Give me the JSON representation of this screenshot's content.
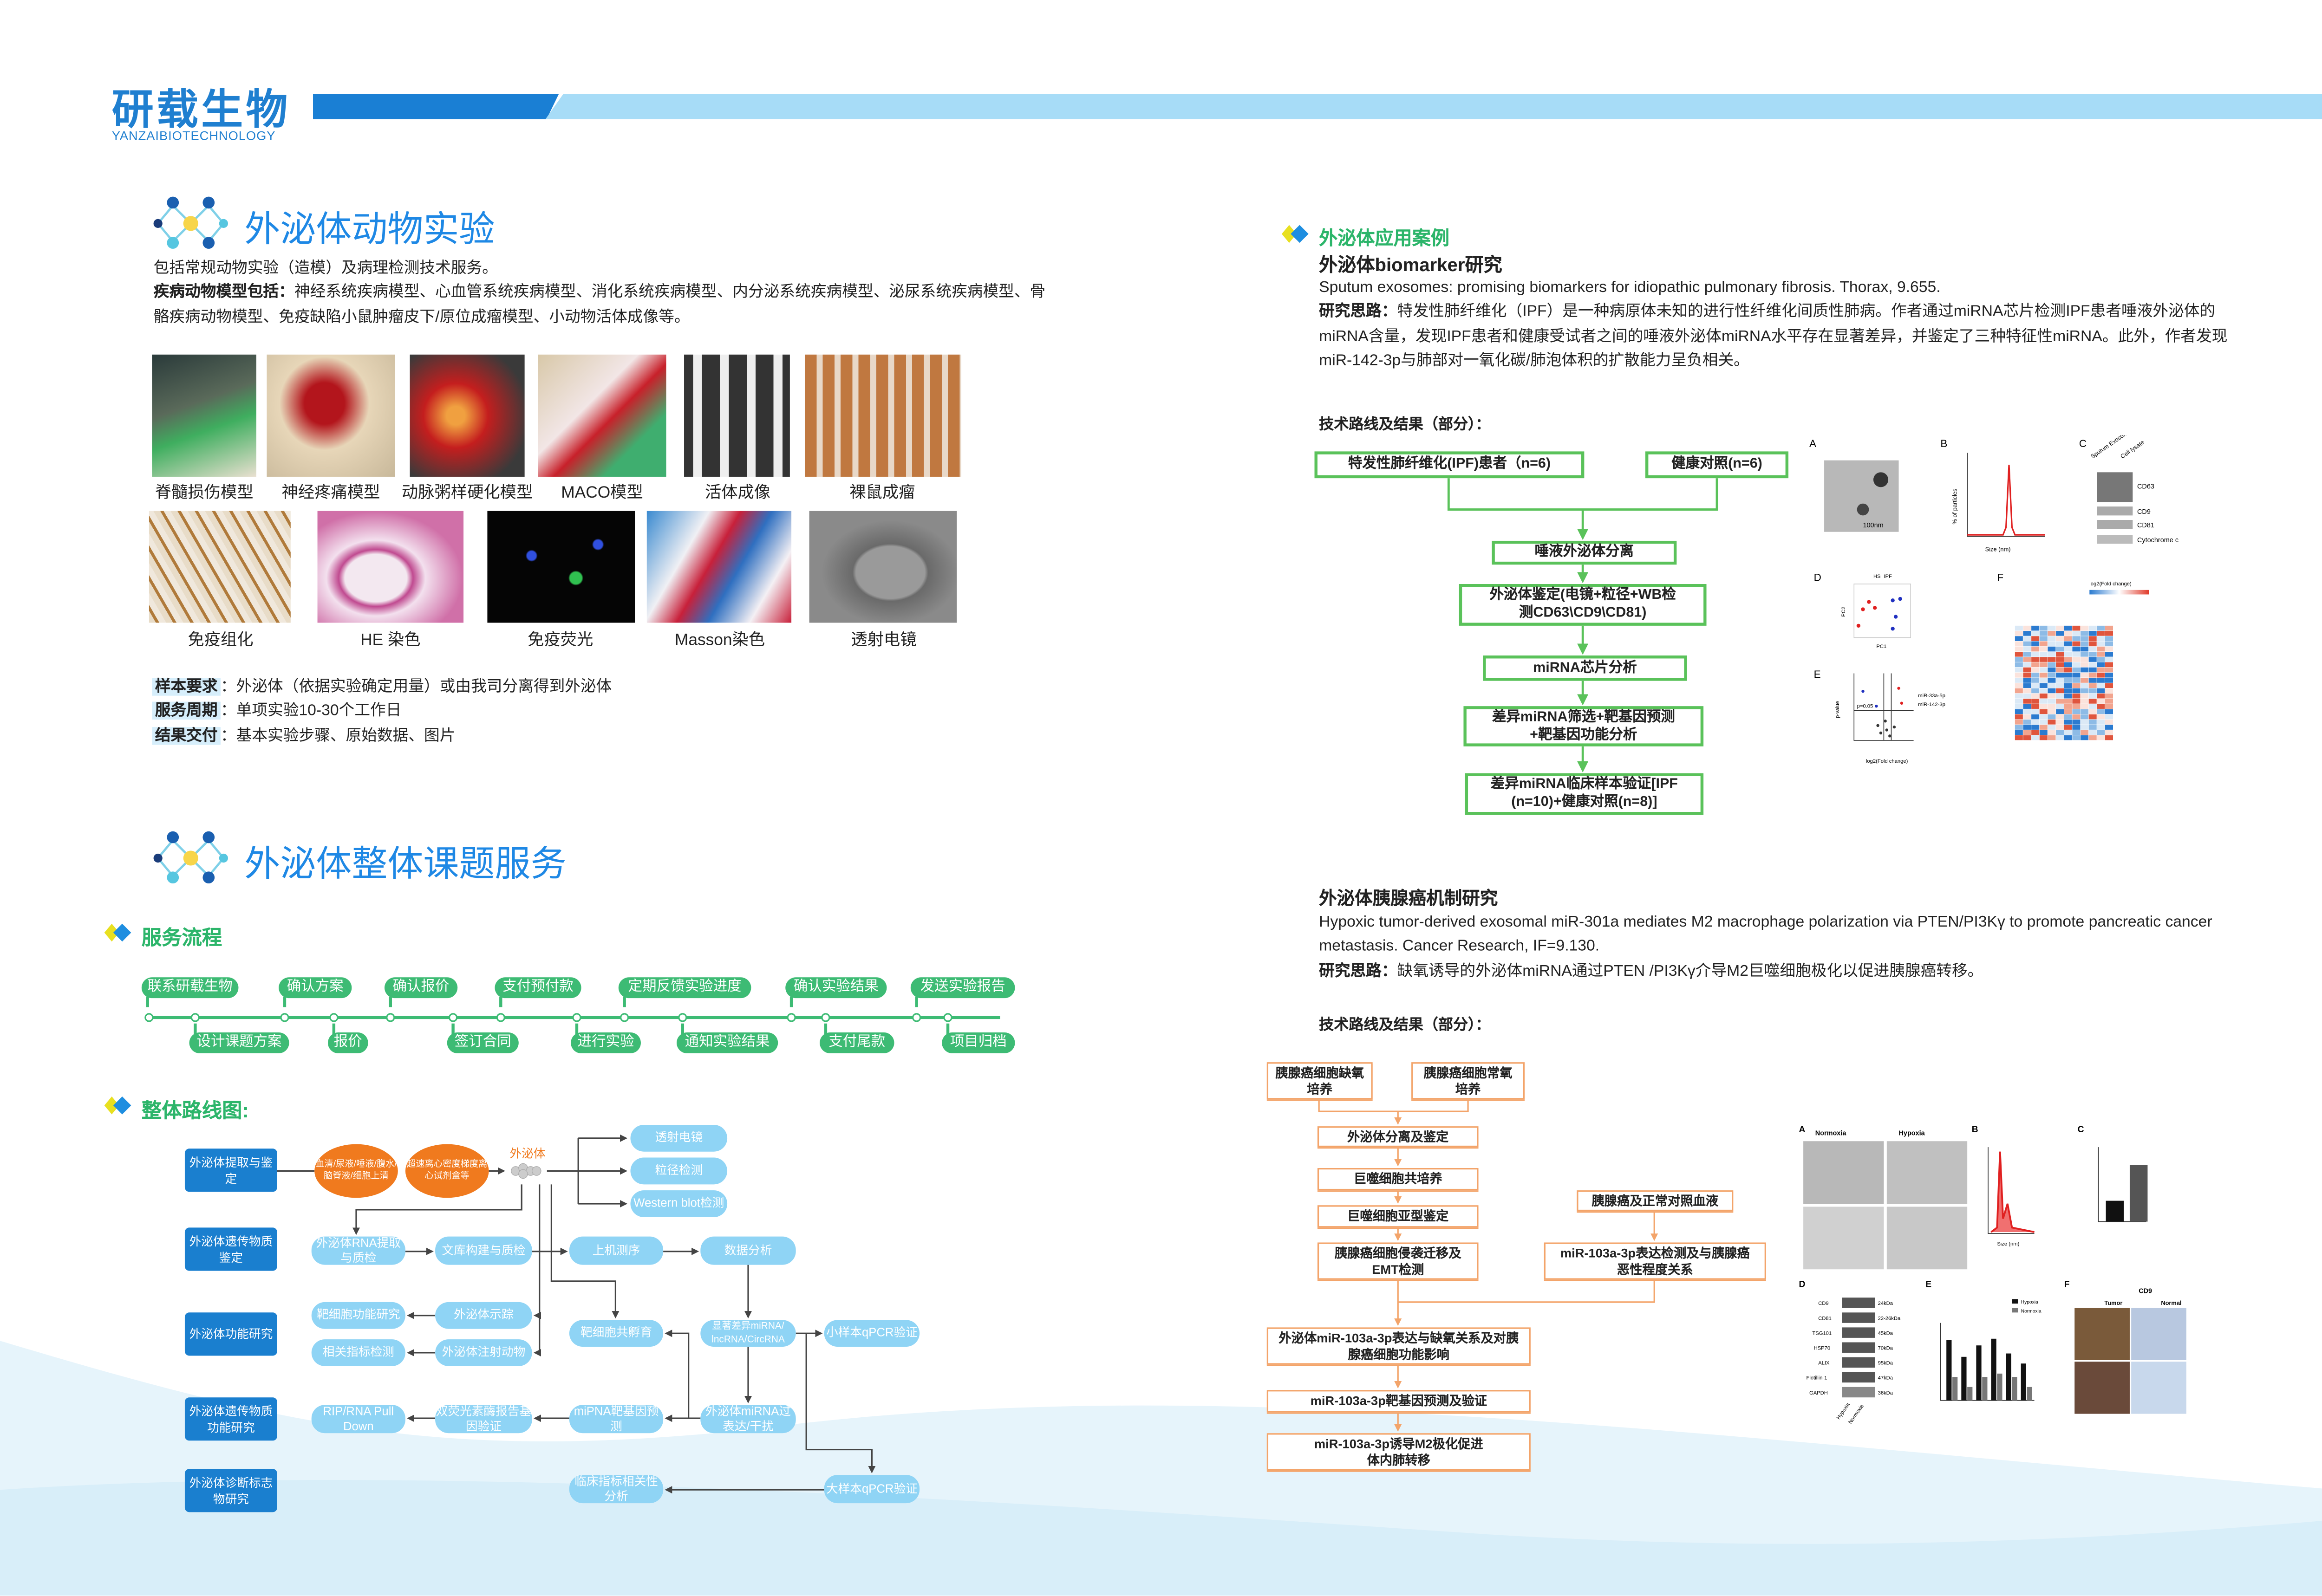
{
  "header": {
    "logo_cn": "研载生物",
    "logo_en": "YANZAIBIOTECHNOLOGY"
  },
  "colors": {
    "brand_blue": "#1a7fd4",
    "light_blue": "#a7dcf7",
    "green": "#3dbb74",
    "orange": "#f07a1e",
    "flow_pill": "#8fd4f5"
  },
  "section1": {
    "title": "外泌体动物实验",
    "intro": "包括常规动物实验（造模）及病理检测技术服务。",
    "models_label": "疾病动物模型包括：",
    "models_text": "神经系统疾病模型、心血管系统疾病模型、消化系统疾病模型、内分泌系统疾病模型、泌尿系统疾病模型、骨骼疾病动物模型、免疫缺陷小鼠肿瘤皮下/原位成瘤模型、小动物活体成像等。",
    "photos_row1": [
      "脊髓损伤模型",
      "神经疼痛模型",
      "动脉粥样硬化模型",
      "MACO模型",
      "活体成像",
      "裸鼠成瘤"
    ],
    "photos_row2": [
      "免疫组化",
      "HE 染色",
      "免疫荧光",
      "Masson染色",
      "透射电镜"
    ],
    "info": [
      {
        "label": "样本要求",
        "value": "：外泌体（依据实验确定用量）或由我司分离得到外泌体"
      },
      {
        "label": "服务周期",
        "value": "：单项实验10-30个工作日"
      },
      {
        "label": "结果交付",
        "value": "：基本实验步骤、原始数据、图片"
      }
    ]
  },
  "section2": {
    "title": "外泌体整体课题服务",
    "process_title": "服务流程",
    "process_top": [
      "联系研载生物",
      "确认方案",
      "确认报价",
      "支付预付款",
      "定期反馈实验进度",
      "确认实验结果",
      "发送实验报告"
    ],
    "process_bottom": [
      "设计课题方案",
      "报价",
      "签订合同",
      "进行实验",
      "通知实验结果",
      "支付尾款",
      "项目归档"
    ],
    "route_title": "整体路线图:",
    "route": {
      "categories": [
        "外泌体提取与鉴定",
        "外泌体遗传物质鉴定",
        "外泌体功能研究",
        "外泌体遗传物质功能研究",
        "外泌体诊断标志物研究"
      ],
      "sources": [
        "血清/尿液/唾液/腹水/脑脊液/细胞上清",
        "超速离心密度梯度离心试剂盒等"
      ],
      "exosome": "外泌体",
      "identify": [
        "透射电镜",
        "粒径检测",
        "Western blot检测"
      ],
      "row2": [
        "外泌体RNA提取与质检",
        "文库构建与质检",
        "上机测序",
        "数据分析"
      ],
      "row3": [
        "靶细胞功能研究",
        "外泌体示踪",
        "相关指标检测",
        "外泌体注射动物",
        "靶细胞共孵育",
        "显著差异miRNA/ lncRNA/CircRNA",
        "小样本qPCR验证"
      ],
      "row4": [
        "RIP/RNA Pull Down",
        "双荧光素酶报告基因验证",
        "miPNA靶基因预测",
        "外泌体miRNA过表达/干扰"
      ],
      "row5": [
        "临床指标相关性分析",
        "大样本qPCR验证"
      ]
    }
  },
  "cases": {
    "title": "外泌体应用案例",
    "case1": {
      "title": "外泌体biomarker研究",
      "citation": "Sputum exosomes: promising biomarkers for idiopathic pulmonary fibrosis. Thorax, 9.655.",
      "idea_label": "研究思路：",
      "idea": "特发性肺纤维化（IPF）是一种病原体未知的进行性纤维化间质性肺病。作者通过miRNA芯片检测IPF患者唾液外泌体的miRNA含量，发现IPF患者和健康受试者之间的唾液外泌体miRNA水平存在显著差异，并鉴定了三种特征性miRNA。此外，作者发现miR-142-3p与肺部对一氧化碳/肺泡体积的扩散能力呈负相关。",
      "route_label": "技术路线及结果（部分）：",
      "flow": [
        "特发性肺纤维化(IPF)患者（n=6)",
        "健康对照(n=6)",
        "唾液外泌体分离",
        "外泌体鉴定(电镜+粒径+WB检测CD63\\CD9\\CD81)",
        "miRNA芯片分析",
        "差异miRNA筛选+靶基因预测+靶基因功能分析",
        "差异miRNA临床样本验证[IPF (n=10)+健康对照(n=8)]"
      ],
      "figure": {
        "panels": [
          "A",
          "B",
          "C",
          "D",
          "E",
          "F"
        ],
        "scale_bar": "100nm",
        "b_xlabel": "Size (nm)",
        "b_ylabel": "% of particles",
        "c_cols": [
          "Sputum Exosomes",
          "Cell lysate"
        ],
        "c_rows": [
          "CD63",
          "CD9",
          "CD81",
          "Cytochrome c"
        ],
        "d_legend": [
          "HS",
          "IPF"
        ],
        "d_xlabel": "PC1",
        "d_ylabel": "PC2",
        "e_xlabel": "log2(Fold change)",
        "e_ylabel": "p-value",
        "e_labels": [
          "miR-33a-5p",
          "miR-142-3p",
          "p=0.05"
        ],
        "f_title": "log2(Fold change)"
      }
    },
    "case2": {
      "title": "外泌体胰腺癌机制研究",
      "citation": "Hypoxic tumor-derived exosomal miR-301a mediates M2 macrophage polarization via PTEN/PI3Kγ to promote pancreatic cancer metastasis. Cancer Research, IF=9.130.",
      "idea_label": "研究思路：",
      "idea": "缺氧诱导的外泌体miRNA通过PTEN /PI3Kγ介导M2巨噬细胞极化以促进胰腺癌转移。",
      "route_label": "技术路线及结果（部分）：",
      "flow": [
        "胰腺癌细胞缺氧培养",
        "胰腺癌细胞常氧培养",
        "外泌体分离及鉴定",
        "巨噬细胞共培养",
        "巨噬细胞亚型鉴定",
        "胰腺癌细胞侵袭迁移及EMT检测",
        "胰腺癌及正常对照血液",
        "miR-103a-3p表达检测及与胰腺癌恶性程度关系",
        "外泌体miR-103a-3p表达与缺氧关系及对胰腺癌细胞功能影响",
        "miR-103a-3p靶基因预测及验证",
        "miR-103a-3p诱导M2极化促进体内肺转移"
      ],
      "figure": {
        "panels": [
          "A",
          "B",
          "C",
          "D",
          "E",
          "F"
        ],
        "a_cols": [
          "Normoxia",
          "Hypoxia"
        ],
        "b_xlabel": "Size (nm)",
        "d_rows": [
          "CD9",
          "CD81",
          "TSG101",
          "HSP70",
          "ALIX",
          "Flotillin-1",
          "GAPDH"
        ],
        "d_kda": [
          "24kDa",
          "22-26kDa",
          "45kDa",
          "70kDa",
          "95kDa",
          "47kDa",
          "36kDa"
        ],
        "d_cols": [
          "Hypoxia",
          "Normoxia"
        ],
        "e_legend": [
          "Hypoxia",
          "Normoxia"
        ],
        "f_title": "CD9",
        "f_cols": [
          "Tumor",
          "Normal"
        ]
      }
    }
  }
}
